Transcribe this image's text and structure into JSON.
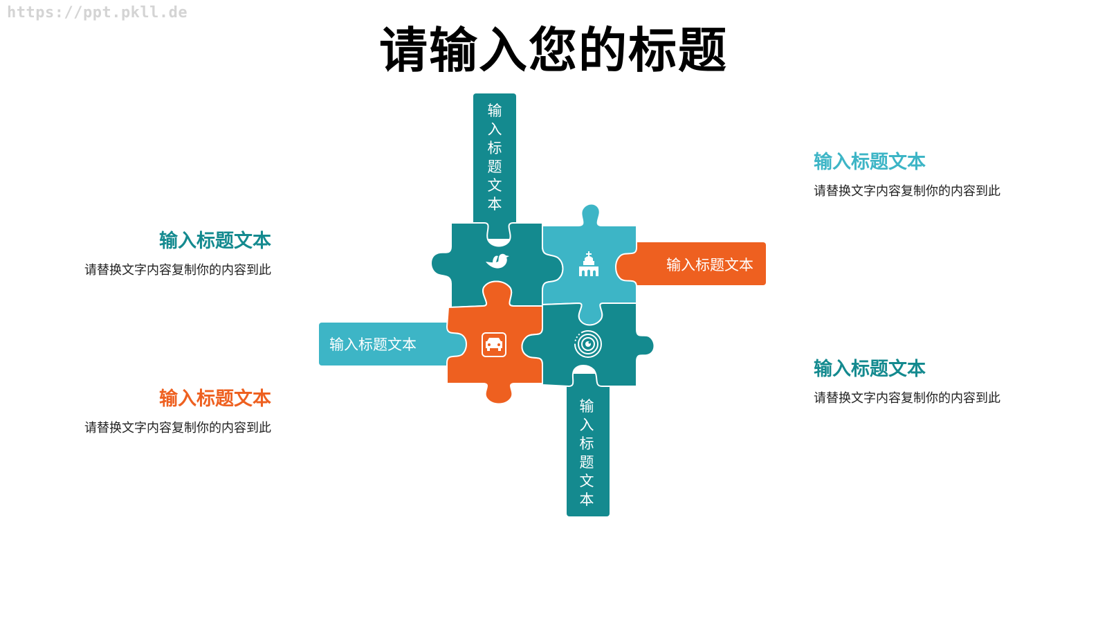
{
  "watermark": "https://ppt.pkll.de",
  "title": "请输入您的标题",
  "colors": {
    "dark_teal": "#148A8F",
    "light_teal": "#3DB5C6",
    "orange": "#EE6020",
    "desc_text": "#222222"
  },
  "text_blocks": [
    {
      "id": "left-top",
      "title": "输入标题文本",
      "desc": "请替换文字内容复制你的内容到此",
      "color": "#148A8F"
    },
    {
      "id": "left-bottom",
      "title": "输入标题文本",
      "desc": "请替换文字内容复制你的内容到此",
      "color": "#EE6020"
    },
    {
      "id": "right-top",
      "title": "输入标题文本",
      "desc": "请替换文字内容复制你的内容到此",
      "color": "#3DB5C6"
    },
    {
      "id": "right-bottom",
      "title": "输入标题文本",
      "desc": "请替换文字内容复制你的内容到此",
      "color": "#148A8F"
    }
  ],
  "puzzle": {
    "pieces": [
      {
        "id": "top-left",
        "color": "#148A8F",
        "icon": "bird-icon"
      },
      {
        "id": "top-right",
        "color": "#3DB5C6",
        "icon": "church-icon"
      },
      {
        "id": "bottom-left",
        "color": "#EE6020",
        "icon": "car-icon"
      },
      {
        "id": "bottom-right",
        "color": "#148A8F",
        "icon": "camera-lens-icon"
      }
    ],
    "tabs": [
      {
        "id": "top",
        "label": "输入标题文本",
        "orientation": "vertical",
        "color": "#148A8F"
      },
      {
        "id": "right",
        "label": "输入标题文本",
        "orientation": "horizontal",
        "color": "#EE6020"
      },
      {
        "id": "left",
        "label": "输入标题文本",
        "orientation": "horizontal",
        "color": "#3DB5C6"
      },
      {
        "id": "bottom",
        "label": "输入标题文本",
        "orientation": "vertical",
        "color": "#148A8F"
      }
    ]
  },
  "vchars": {
    "top": [
      "输",
      "入",
      "标",
      "题",
      "文",
      "本"
    ],
    "bottom": [
      "输",
      "入",
      "标",
      "题",
      "文",
      "本"
    ]
  }
}
